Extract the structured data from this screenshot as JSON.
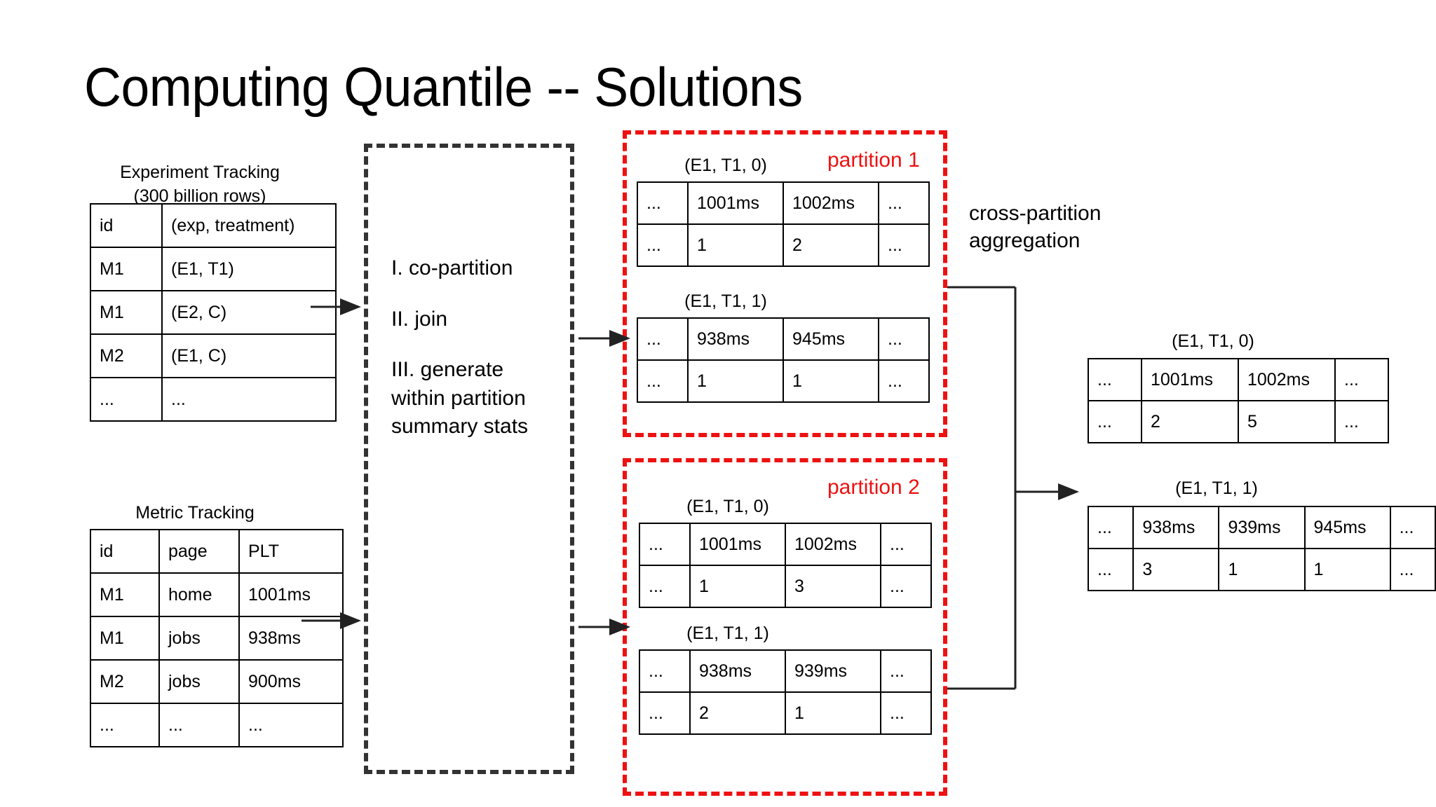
{
  "slide": {
    "title": "Computing Quantile -- Solutions"
  },
  "left": {
    "experiment": {
      "caption_line1": "Experiment Tracking",
      "caption_line2": "(300 billion rows)",
      "headers": [
        "id",
        "(exp, treatment)"
      ],
      "rows": [
        [
          "M1",
          "(E1, T1)"
        ],
        [
          "M1",
          "(E2, C)"
        ],
        [
          "M2",
          "(E1, C)"
        ],
        [
          "...",
          "..."
        ]
      ]
    },
    "metric": {
      "caption": "Metric Tracking",
      "headers": [
        "id",
        "page",
        "PLT"
      ],
      "rows": [
        [
          "M1",
          "home",
          "1001ms"
        ],
        [
          "M1",
          "jobs",
          "938ms"
        ],
        [
          "M2",
          "jobs",
          "900ms"
        ],
        [
          "...",
          "...",
          "..."
        ]
      ]
    }
  },
  "steps": {
    "items": [
      "I. co-partition",
      "II. join",
      "III. generate within partition summary stats"
    ]
  },
  "partitions": [
    {
      "label": "partition 1",
      "color": "#ee1111",
      "tables": [
        {
          "caption": "(E1, T1, 0)",
          "values": [
            "...",
            "1001ms",
            "1002ms",
            "..."
          ],
          "counts": [
            "...",
            "1",
            "2",
            "..."
          ]
        },
        {
          "caption": "(E1, T1, 1)",
          "values": [
            "...",
            "938ms",
            "945ms",
            "..."
          ],
          "counts": [
            "...",
            "1",
            "1",
            "..."
          ]
        }
      ]
    },
    {
      "label": "partition 2",
      "color": "#ee1111",
      "tables": [
        {
          "caption": "(E1, T1, 0)",
          "values": [
            "...",
            "1001ms",
            "1002ms",
            "..."
          ],
          "counts": [
            "...",
            "1",
            "3",
            "..."
          ]
        },
        {
          "caption": "(E1, T1, 1)",
          "values": [
            "...",
            "938ms",
            "939ms",
            "..."
          ],
          "counts": [
            "...",
            "2",
            "1",
            "..."
          ]
        }
      ]
    }
  ],
  "cross_partition": {
    "label_line1": "cross-partition",
    "label_line2": "aggregation"
  },
  "results": [
    {
      "caption": "(E1, T1, 0)",
      "values": [
        "...",
        "1001ms",
        "1002ms",
        "..."
      ],
      "counts": [
        "...",
        "2",
        "5",
        "..."
      ]
    },
    {
      "caption": "(E1, T1, 1)",
      "values": [
        "...",
        "938ms",
        "939ms",
        "945ms",
        "..."
      ],
      "counts": [
        "...",
        "3",
        "1",
        "1",
        "..."
      ]
    }
  ]
}
